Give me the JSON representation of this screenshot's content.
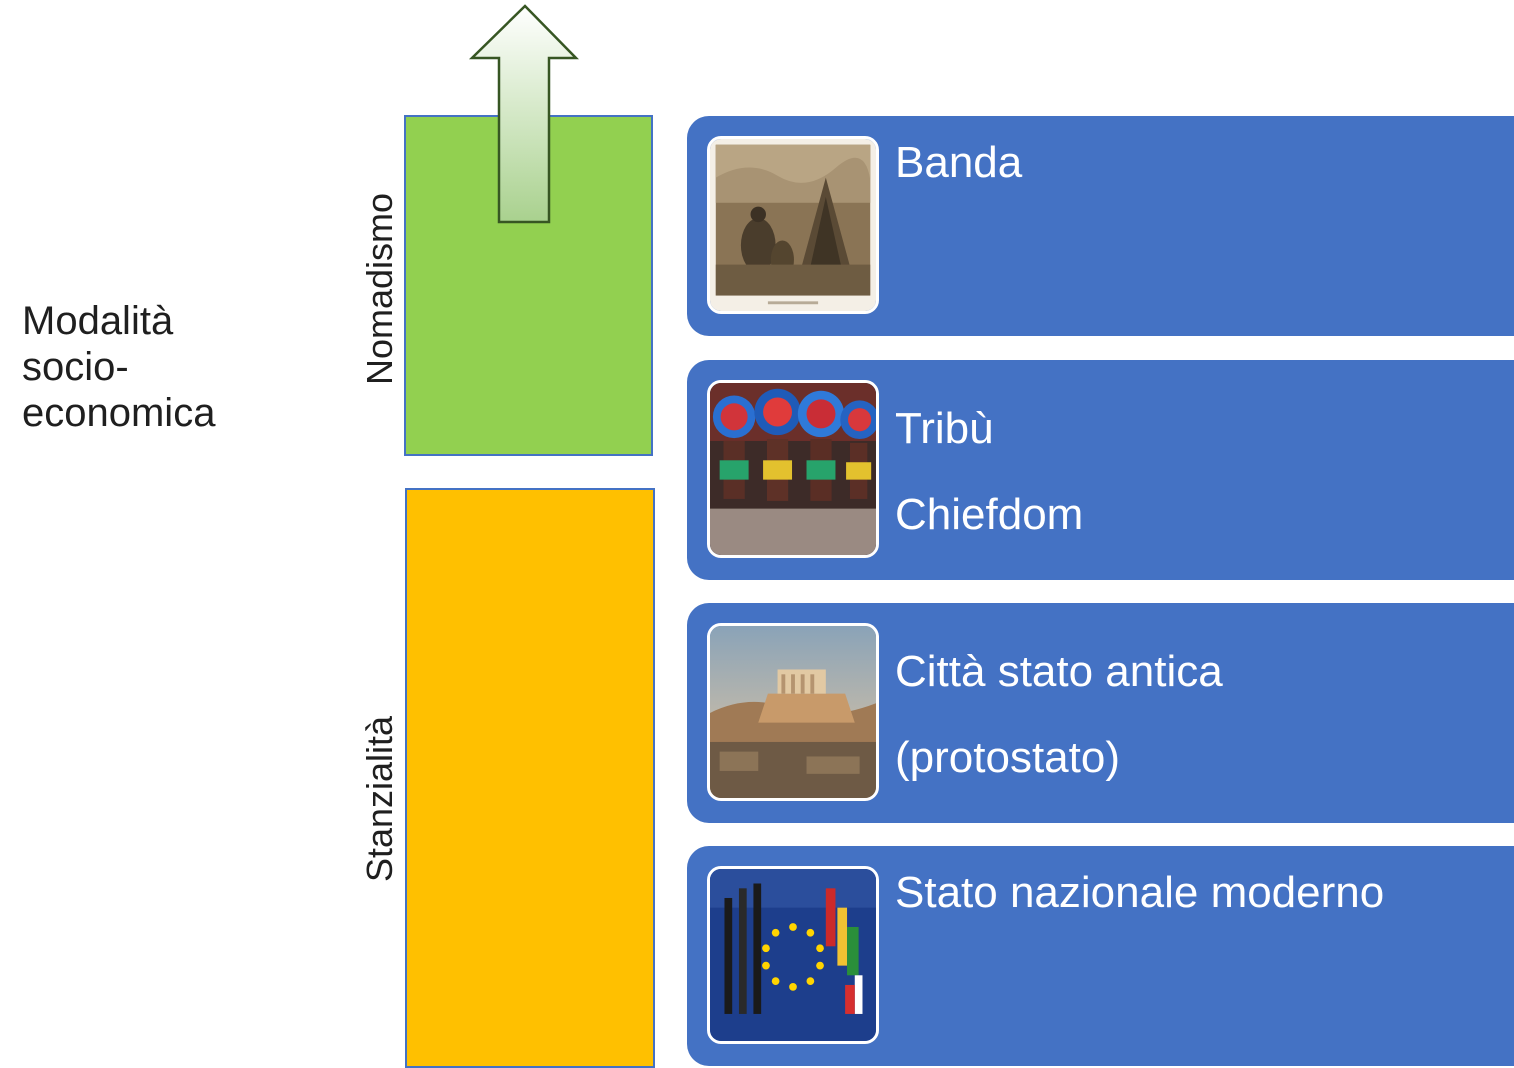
{
  "side_label": {
    "line1": "Modalità",
    "line2": "socio-",
    "line3": "economica"
  },
  "bands": {
    "nomad_label": "Nomadismo",
    "stanz_label": "Stanzialità"
  },
  "cards": [
    {
      "lines": [
        "Banda"
      ],
      "image": "photo-nomadic-camp"
    },
    {
      "lines": [
        "Tribù",
        "Chiefdom"
      ],
      "image": "photo-tribal-dancers"
    },
    {
      "lines": [
        "Città stato antica",
        "(protostato)"
      ],
      "image": "painting-ancient-acropolis"
    },
    {
      "lines": [
        "Stato nazionale moderno"
      ],
      "image": "photo-eu-flags-circle"
    }
  ],
  "colors": {
    "card_blue": "#4472c4",
    "nomad_green": "#92d050",
    "stanz_yellow": "#ffc000",
    "arrow_fill": "#c6e0b4",
    "arrow_stroke": "#375623"
  }
}
